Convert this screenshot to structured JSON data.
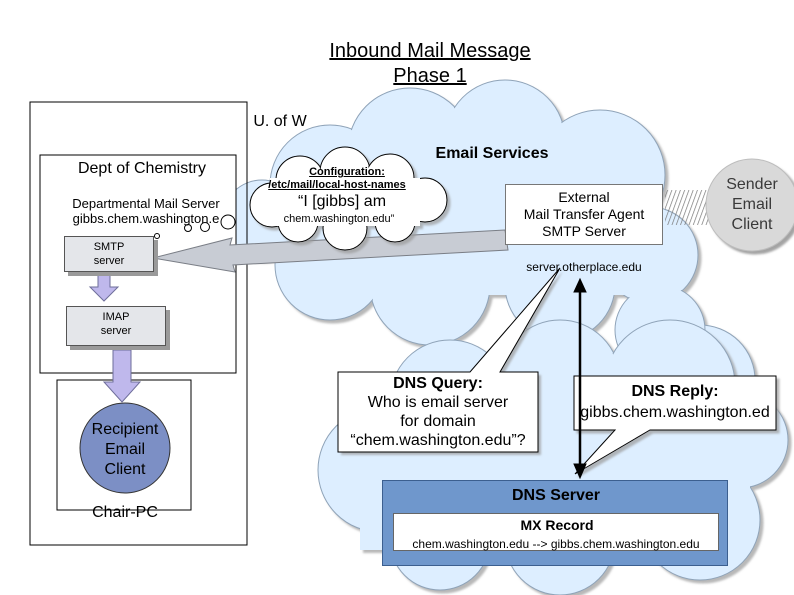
{
  "title": {
    "line1": "Inbound Mail Message",
    "line2": "Phase 1"
  },
  "regions": {
    "university": "U. of W",
    "chemistry": "Dept of Chemistry",
    "email_services": "Email Services",
    "chair_pc": "Chair-PC"
  },
  "dept_server": {
    "line1": "Departmental Mail Server",
    "line2": "gibbs.chem.washington.e"
  },
  "smtp": {
    "line1": "SMTP",
    "line2": "server"
  },
  "imap": {
    "line1": "IMAP",
    "line2": "server"
  },
  "recipient": {
    "line1": "Recipient",
    "line2": "Email",
    "line3": "Client"
  },
  "config_cloud": {
    "line1": "Configuration:",
    "line2": "/etc/mail/local-host-names",
    "line3": "“I [gibbs] am",
    "line4": "chem.washington.edu”"
  },
  "external_mta": {
    "line1": "External",
    "line2": "Mail Transfer Agent",
    "line3": "SMTP Server",
    "host": "server.otherplace.edu"
  },
  "sender": {
    "line1": "Sender",
    "line2": "Email",
    "line3": "Client"
  },
  "dns_query": {
    "line1": "DNS Query:",
    "line2": "Who is email server",
    "line3": "for domain",
    "line4": "“chem.washington.edu”?"
  },
  "dns_reply": {
    "line1": "DNS Reply:",
    "line2": "gibbs.chem.washington.ed"
  },
  "dns_server": {
    "title": "DNS Server",
    "record_title": "MX Record",
    "record_value": "chem.washington.edu --> gibbs.chem.washington.edu"
  },
  "colors": {
    "cloud": "#ddeeff",
    "cloud_outline": "#8fa3b8",
    "dns_server": "#6f97cc",
    "arrow": "#c8ccd4",
    "down_arrow": "#bfb8ec",
    "recipient": "#7c8fc5"
  }
}
